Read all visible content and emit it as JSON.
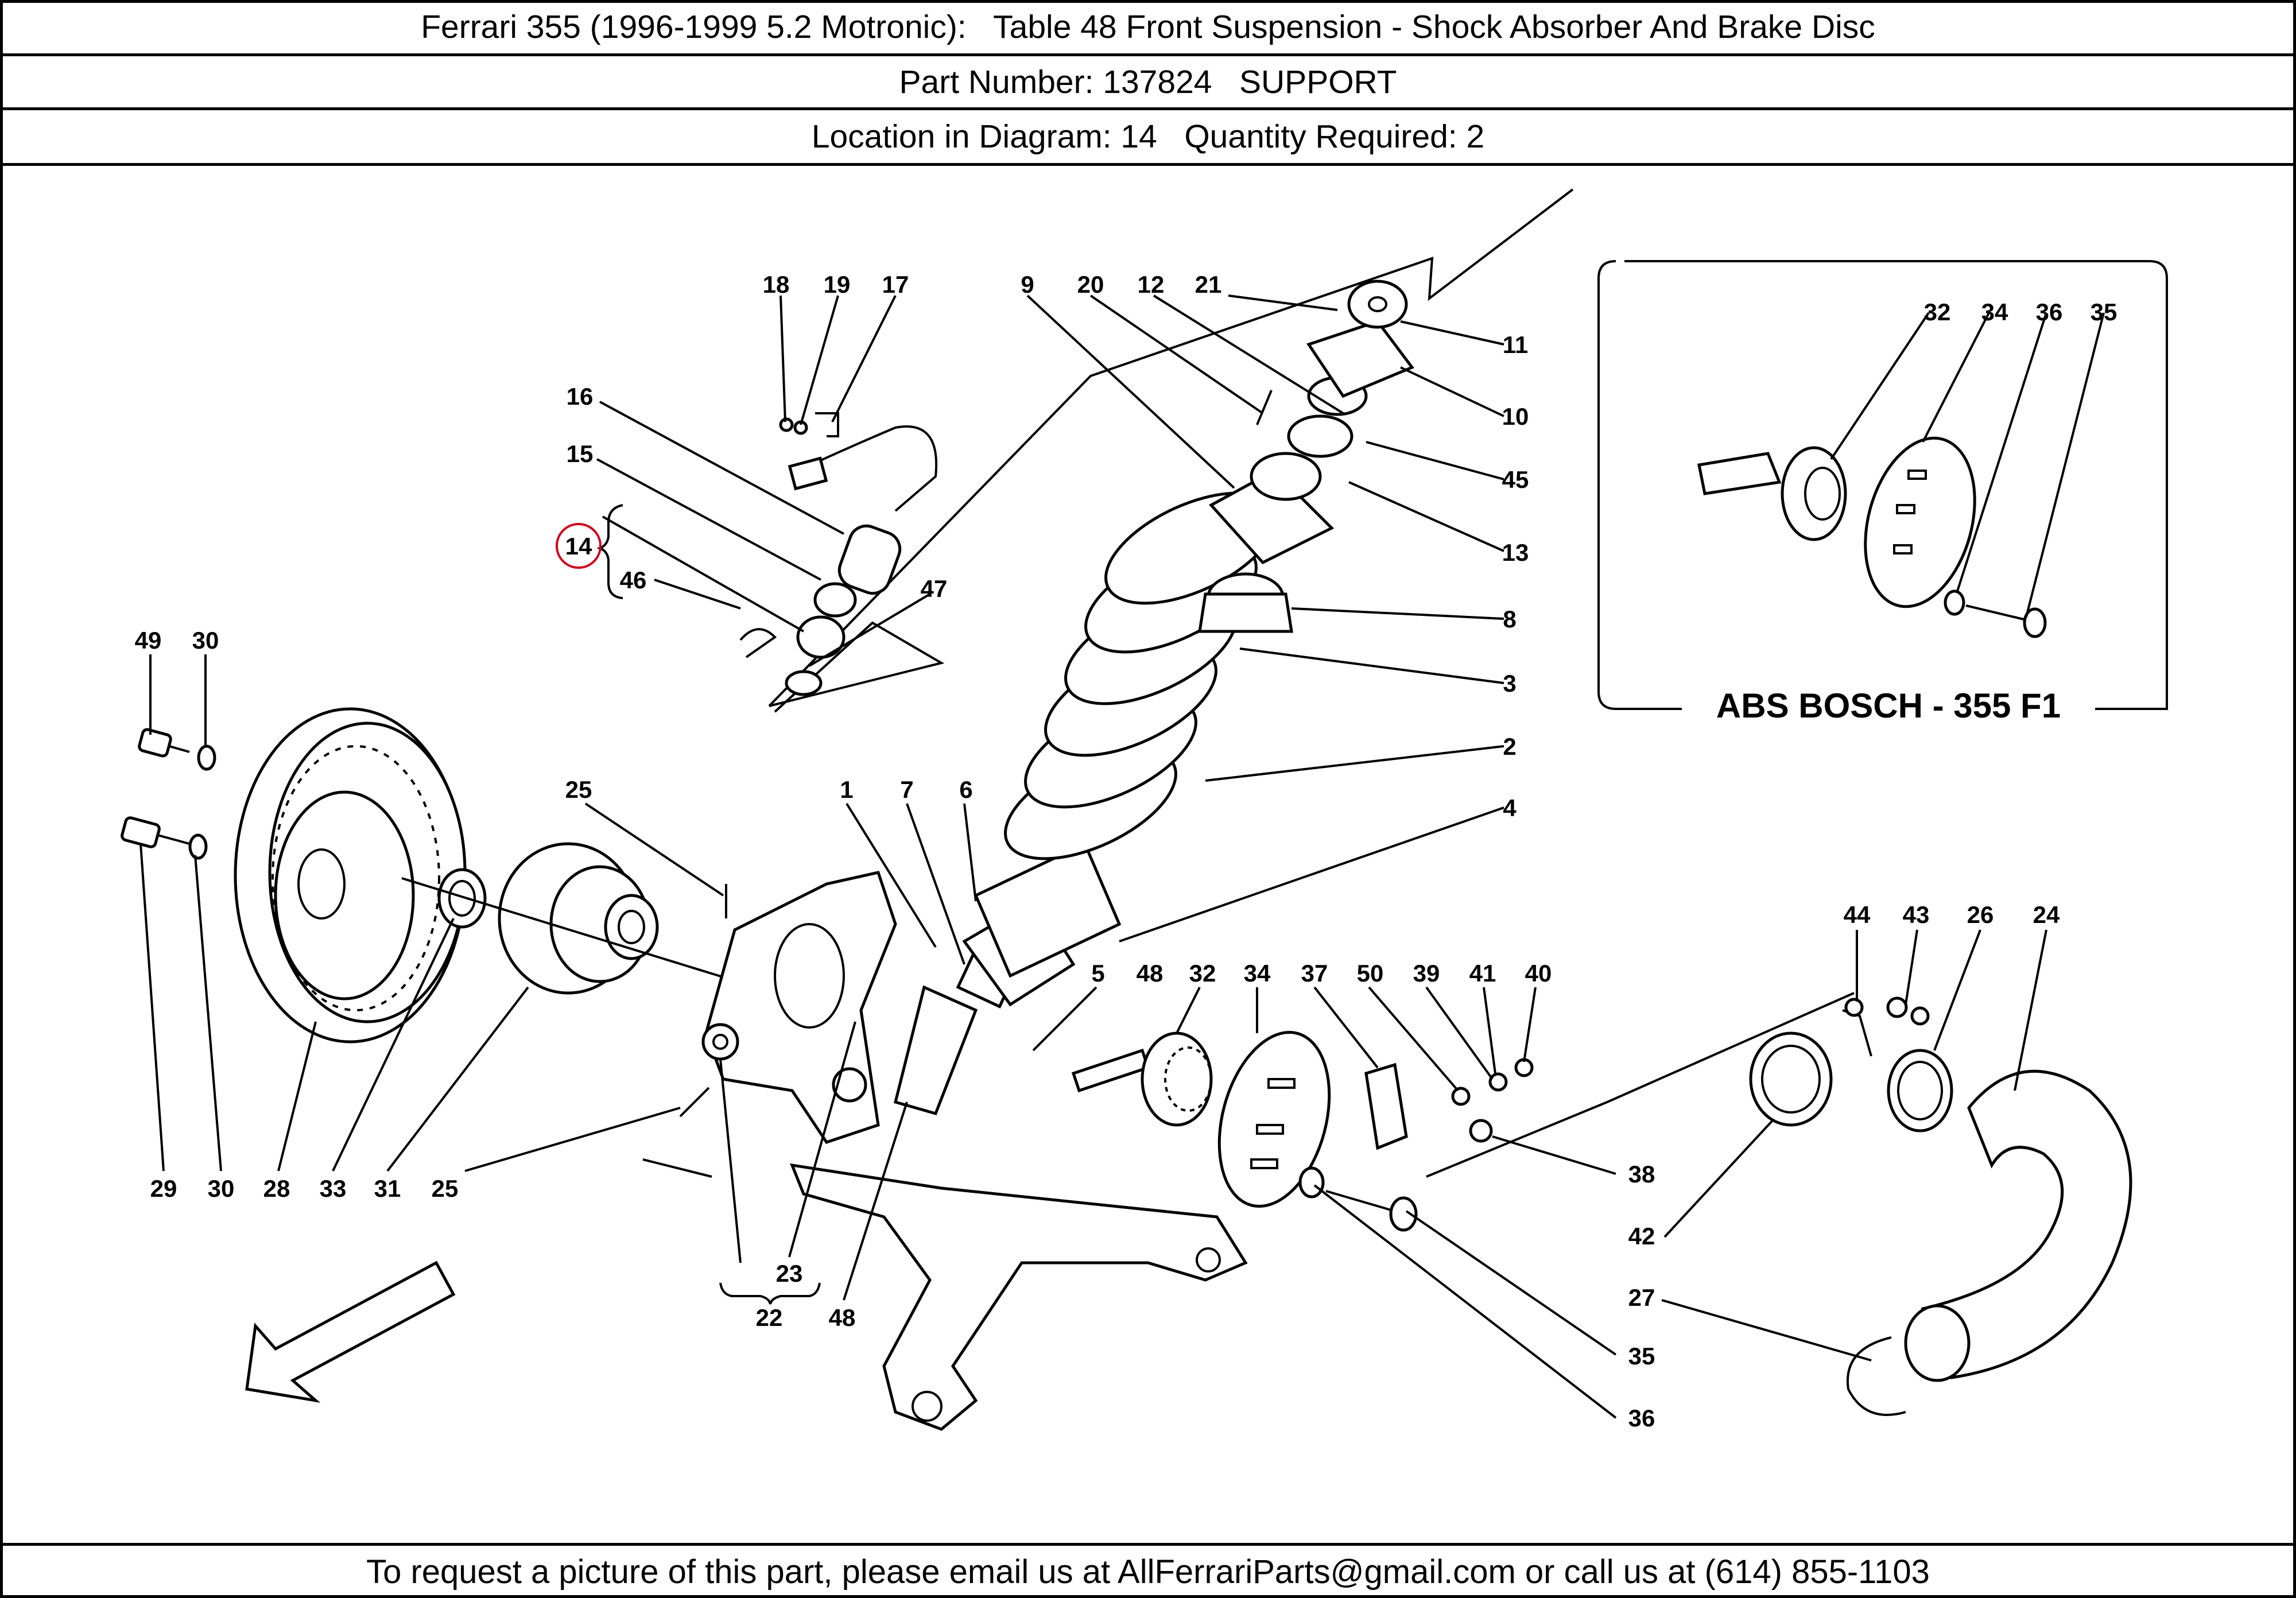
{
  "header": {
    "title": "Ferrari 355 (1996-1999 5.2 Motronic):   Table 48 Front Suspension - Shock Absorber And Brake Disc",
    "part_number_line": "Part Number: 137824   SUPPORT",
    "location_line": "Location in Diagram: 14   Quantity Required: 2"
  },
  "diagram": {
    "highlighted_callout": "14",
    "inset_title": "ABS BOSCH - 355 F1",
    "inset_callouts": [
      "32",
      "34",
      "36",
      "35"
    ],
    "callouts": [
      "18",
      "19",
      "17",
      "9",
      "20",
      "12",
      "21",
      "11",
      "10",
      "45",
      "13",
      "8",
      "3",
      "2",
      "4",
      "16",
      "15",
      "14",
      "46",
      "47",
      "49",
      "30",
      "25",
      "1",
      "7",
      "6",
      "5",
      "48",
      "32",
      "34",
      "37",
      "50",
      "39",
      "41",
      "40",
      "44",
      "43",
      "26",
      "24",
      "38",
      "42",
      "27",
      "35",
      "36",
      "29",
      "30",
      "28",
      "33",
      "31",
      "25",
      "23",
      "22",
      "48"
    ]
  },
  "footer": {
    "text": "To request a picture of this part, please email us at AllFerrariParts@gmail.com or call us at (614) 855-1103"
  },
  "colors": {
    "highlight_circle": "#d0021b",
    "line": "#000000",
    "background": "#ffffff"
  }
}
